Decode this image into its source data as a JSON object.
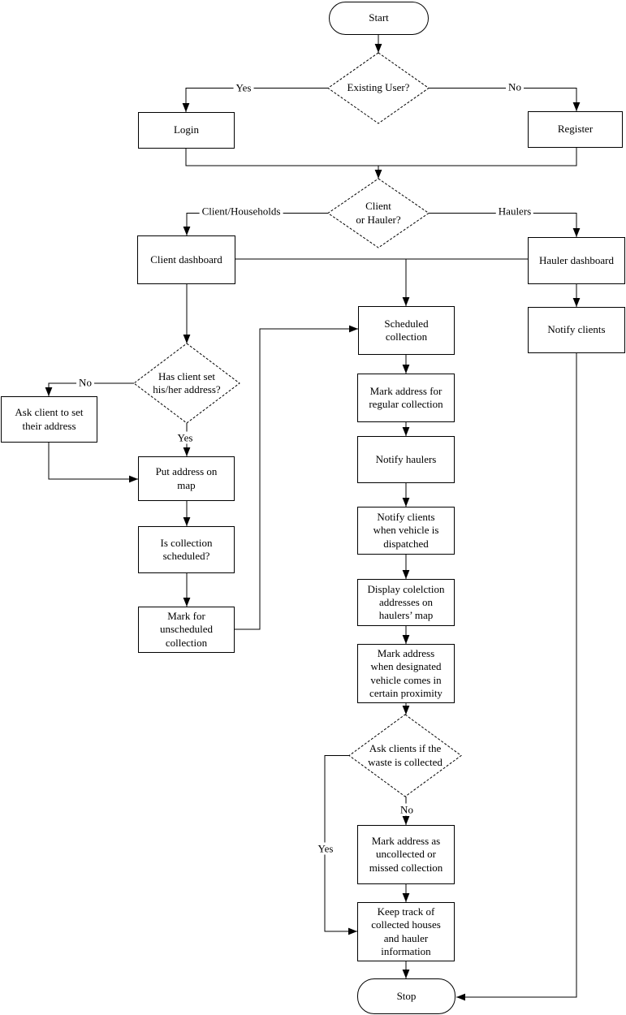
{
  "nodes": {
    "start": "Start",
    "existing_user": "Existing User?",
    "login": "Login",
    "register": "Register",
    "client_or_hauler": "Client\nor Hauler?",
    "client_dashboard": "Client dashboard",
    "hauler_dashboard": "Hauler dashboard",
    "notify_clients": "Notify clients",
    "has_client_set_address": "Has client set\nhis/her address?",
    "ask_client_set_address": "Ask client to set\ntheir address",
    "put_address_on_map": "Put address on\nmap",
    "is_collection_scheduled": "Is collection\nscheduled?",
    "mark_unscheduled": "Mark for\nunscheduled\ncollection",
    "scheduled_collection": "Scheduled\ncollection",
    "mark_regular": "Mark address for\nregular collection",
    "notify_haulers": "Notify haulers",
    "notify_clients_dispatched": "Notify clients\nwhen vehicle is\ndispatched",
    "display_collection_addresses": "Display colelction\naddresses on\nhaulers’ map",
    "mark_address_proximity": "Mark address\nwhen designated\nvehicle comes in\ncertain proximity",
    "ask_clients_collected": "Ask clients if the\nwaste is collected",
    "mark_uncollected": "Mark address as\nuncollected or\nmissed collection",
    "keep_track": "Keep track of\ncollected houses\nand hauler\ninformation",
    "stop": "Stop"
  },
  "labels": {
    "yes_existing": "Yes",
    "no_existing": "No",
    "client_households": "Client/Households",
    "haulers": "Haulers",
    "no_address": "No",
    "yes_address": "Yes",
    "no_collected": "No",
    "yes_collected": "Yes"
  },
  "colors": {
    "line": "#000000",
    "background": "#ffffff",
    "text": "#000000"
  }
}
